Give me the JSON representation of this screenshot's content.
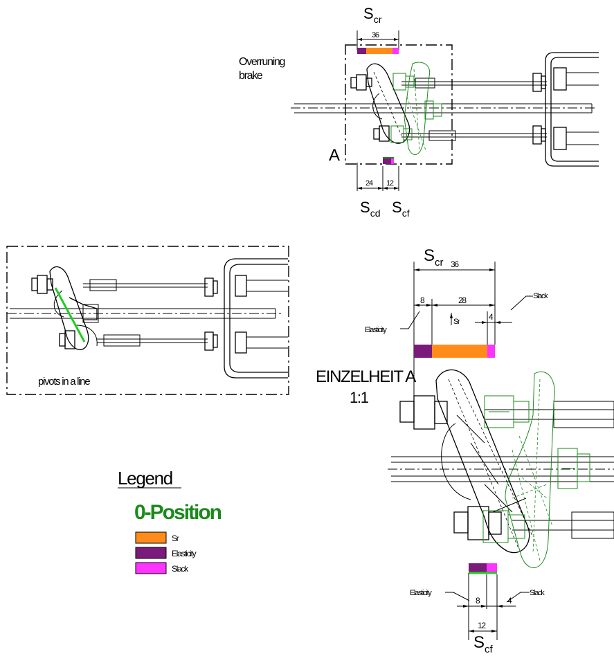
{
  "labels": {
    "s_cr": "S",
    "s_cr_sub": "cr",
    "s_cd": "S",
    "s_cd_sub": "cd",
    "s_cf": "S",
    "s_cf_sub": "cf",
    "overrunning_line1": "Overruning",
    "overrunning_line2": "brake",
    "detail_mark": "A",
    "pivots": "pivots in a line",
    "einzelheit": "EINZELHEIT A",
    "scale": "1:1",
    "elasticity": "Elasticity",
    "slack": "Slack",
    "sr": "Sr"
  },
  "dimensions": {
    "top_total": "36",
    "top_cd": "24",
    "top_cf": "12",
    "det_total": "36",
    "det_elastic": "8",
    "det_sr": "28",
    "det_slack": "4",
    "bot_elastic": "8",
    "bot_slack": "4",
    "bot_total": "12"
  },
  "legend": {
    "title": "Legend",
    "subtitle": "0-Position",
    "items": [
      {
        "label": "Sr",
        "color": "#ff8c1a"
      },
      {
        "label": "Elasticity",
        "color": "#7a1a7a"
      },
      {
        "label": "Slack",
        "color": "#ff33ff"
      }
    ]
  },
  "colors": {
    "sr": "#ff8c1a",
    "elasticity": "#7a1a7a",
    "slack": "#ff33ff",
    "zero_position": "#1a8a1a",
    "line": "#000000"
  }
}
